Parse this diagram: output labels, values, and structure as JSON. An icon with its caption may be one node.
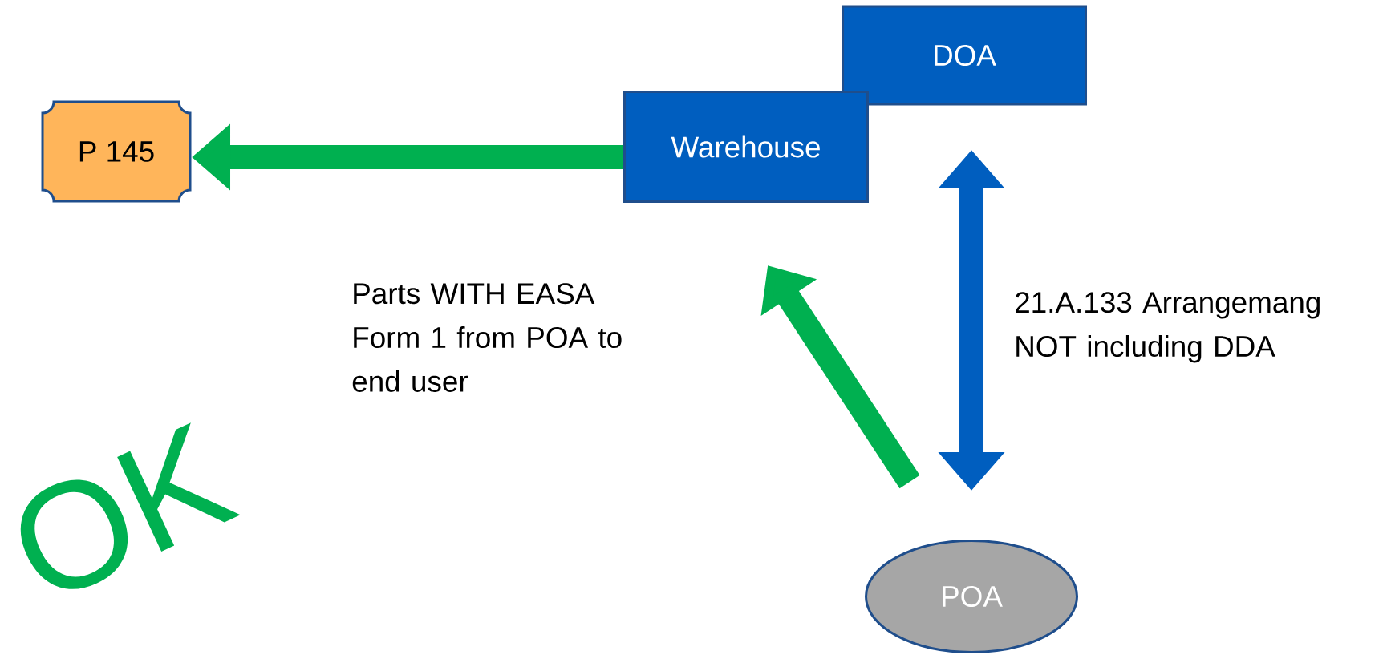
{
  "diagram": {
    "nodes": [
      {
        "text": [
          "P 145"
        ]
      },
      {
        "text": [
          "DOA"
        ]
      },
      {
        "text": [
          "Warehouse"
        ]
      },
      {
        "text": [
          "POA"
        ]
      }
    ],
    "edges": [
      {
        "from": 2,
        "to": 0,
        "arrow": "to"
      },
      {
        "from": 3,
        "to": 2,
        "arrow": "to"
      },
      {
        "from": 1,
        "to": 3,
        "arrow": "both",
        "color": "#005ebf"
      }
    ],
    "labels": [
      "Parts WITH EASA Form 1 from POA to end user",
      "21.A.133 Arrangemang NOT including DDA",
      "OK"
    ]
  }
}
